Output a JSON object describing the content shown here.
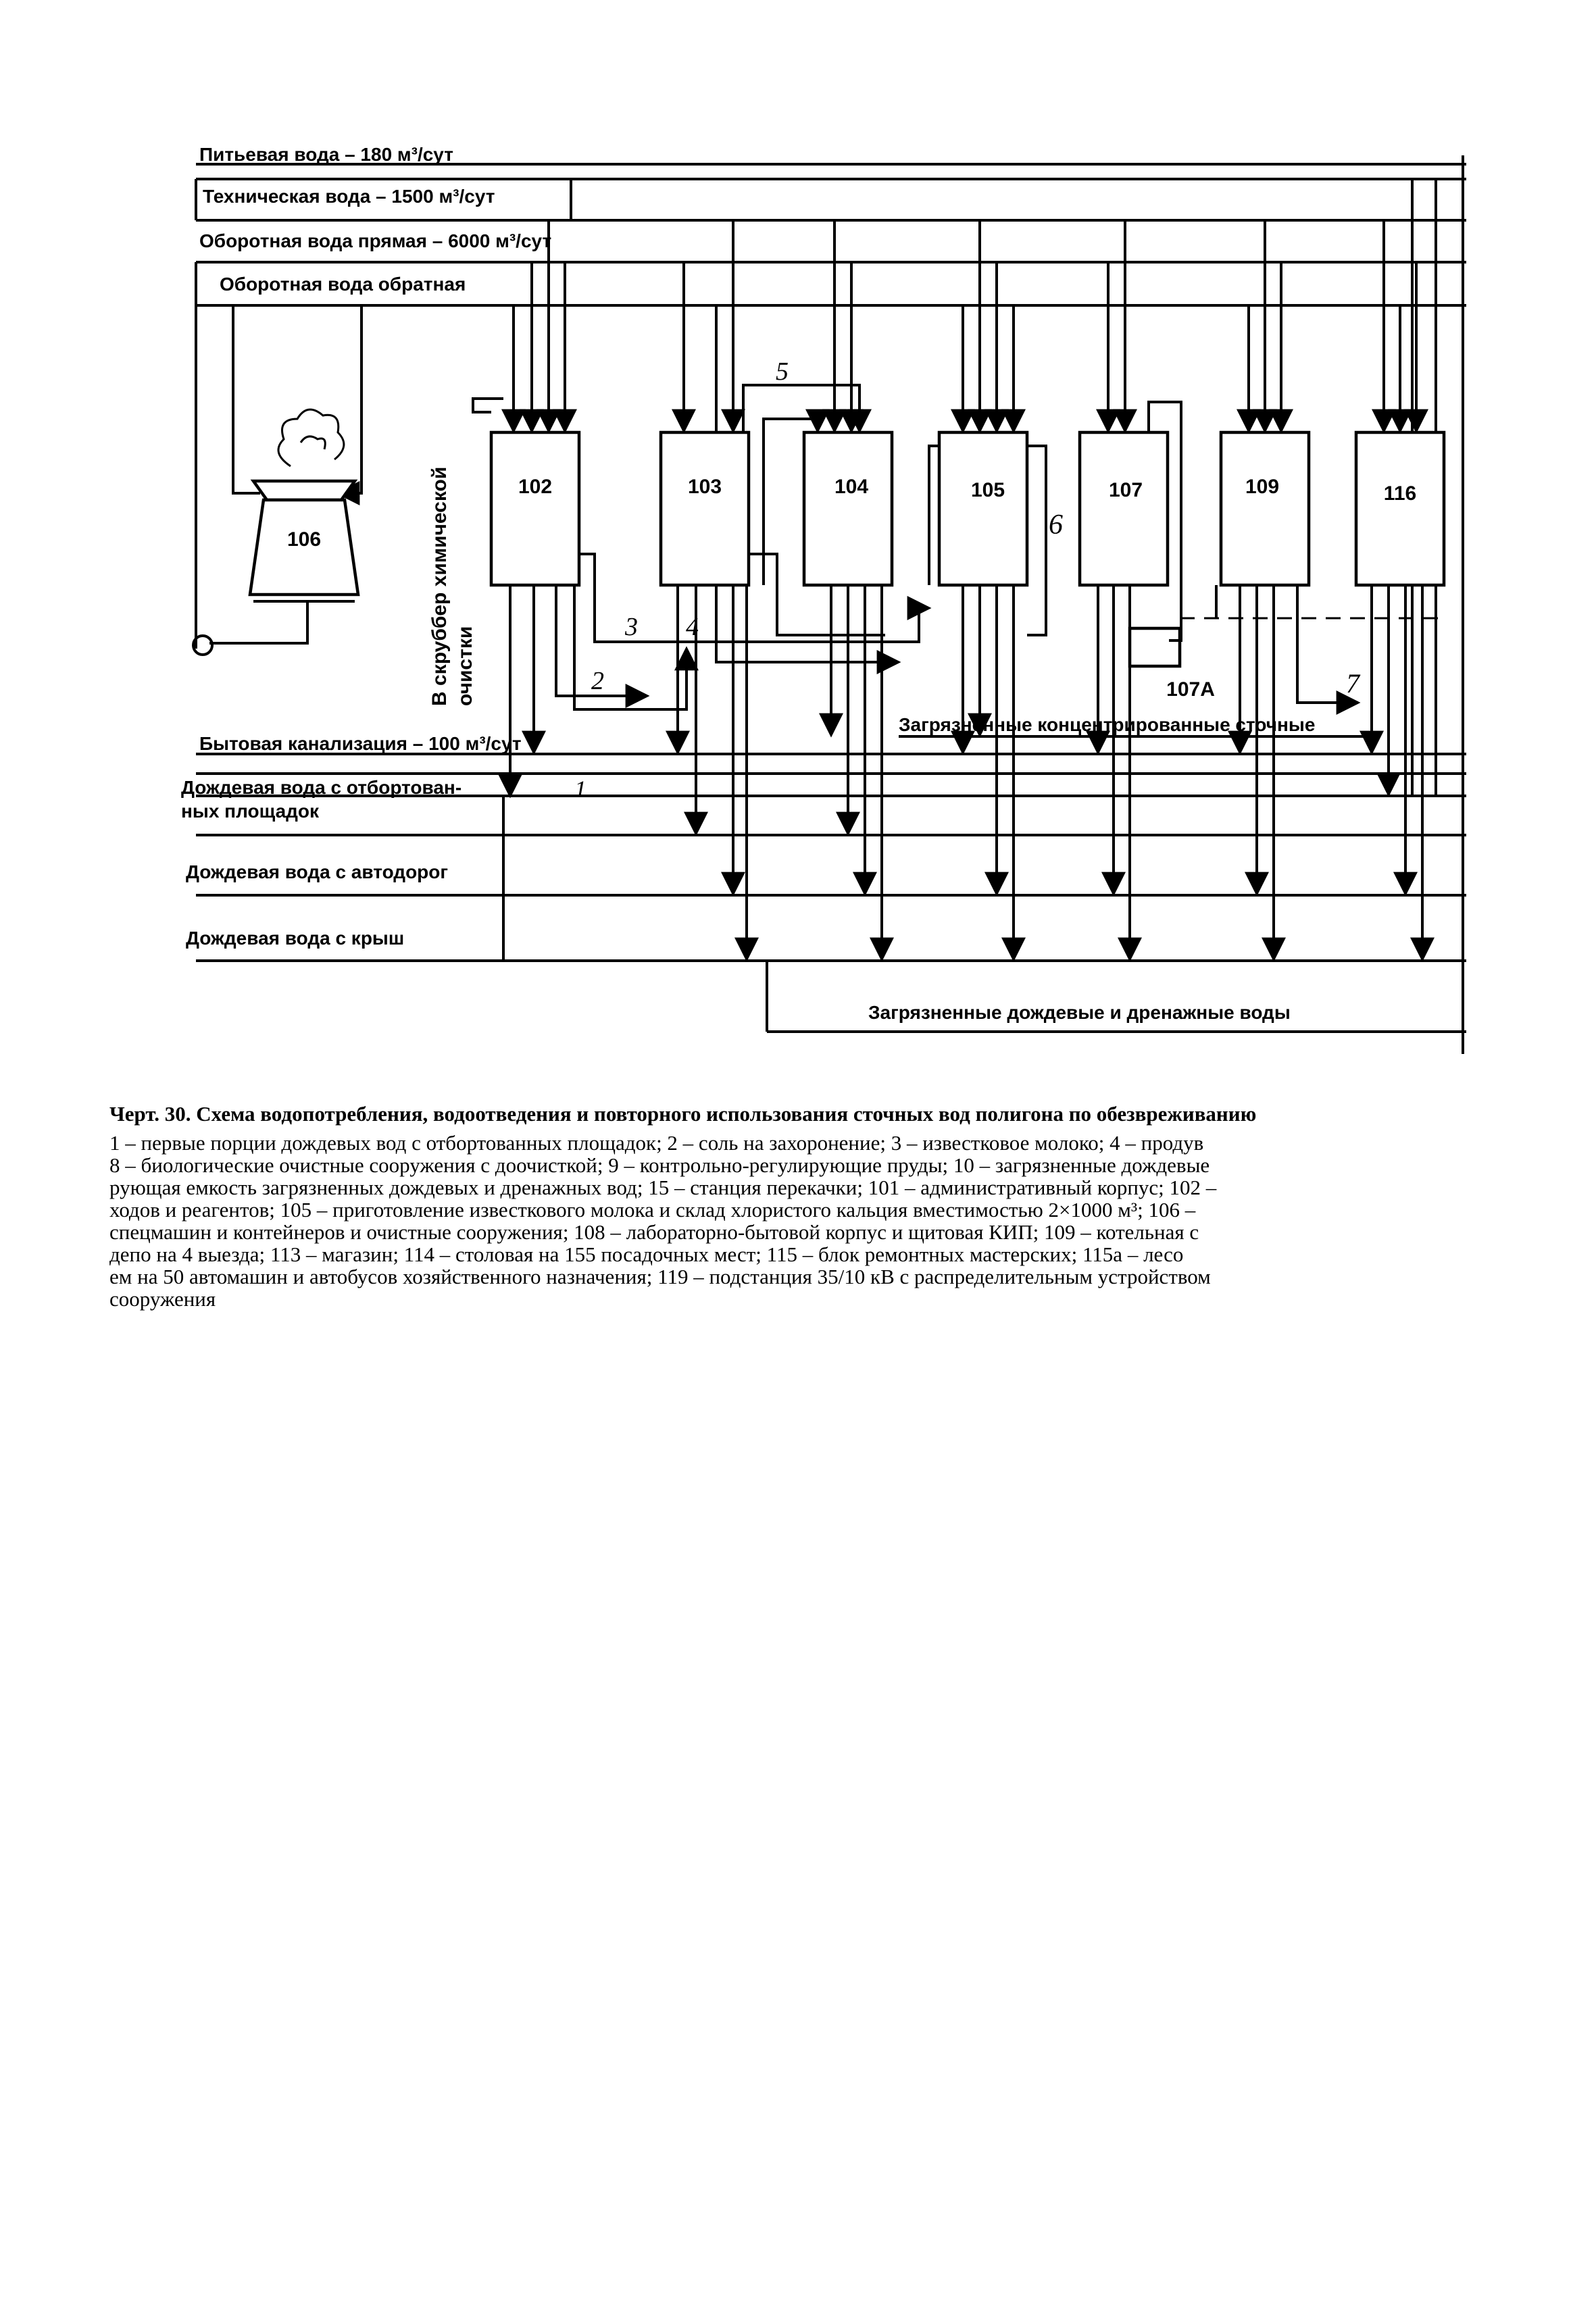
{
  "diagram": {
    "lines": {
      "potable": "Питьевая вода – 180 м³/сут",
      "technical": "Техническая вода – 1500 м³/сут",
      "recycled_direct": "Оборотная вода прямая – 6000 м³/сут",
      "recycled_return": "Оборотная вода обратная",
      "domestic_sewer": "Бытовая канализация – 100 м³/сут",
      "rain_curbed_1": "Дождевая вода с отбортован-",
      "rain_curbed_2": "ных площадок",
      "rain_roads": "Дождевая вода с автодорог",
      "rain_roofs": "Дождевая вода с крыш",
      "polluted_concentrated": "Загрязненные концентрированные сточные",
      "polluted_rain_drainage": "Загрязненные дождевые и дренажные воды"
    },
    "blocks": {
      "b102": "102",
      "b103": "103",
      "b104": "104",
      "b105": "105",
      "b107": "107",
      "b109": "109",
      "b116": "116",
      "b106": "106",
      "b107a": "107А"
    },
    "scrubber_1": "В скруббер химической",
    "scrubber_2": "очистки",
    "numbers": {
      "n1": "1",
      "n2": "2",
      "n3": "3",
      "n4": "4",
      "n5": "5",
      "n6": "6",
      "n7": "7"
    }
  },
  "caption": {
    "title": "Черт. 30. Схема водопотребления, водоотведения и повторного использования сточных вод полигона по обезвреживанию",
    "lines": [
      "1 – первые порции дождевых вод с отбортованных площадок; 2 – соль на захоронение; 3 – известковое молоко; 4 – продув",
      "8 – биологические очистные сооружения с доочисткой; 9 – контрольно-регулирующие пруды; 10 – загрязненные дождевые",
      "рующая емкость загрязненных дождевых и дренажных вод; 15 – станция перекачки; 101 – административный корпус; 102 –",
      "ходов и реагентов; 105 – приготовление известкового молока и склад хлористого кальция вместимостью 2×1000 м³; 106 –",
      "спецмашин и контейнеров и очистные сооружения; 108 – лабораторно-бытовой корпус и щитовая КИП; 109 – котельная с",
      "депо на 4 выезда; 113 – магазин; 114 – столовая на 155 посадочных мест; 115 – блок ремонтных мастерских; 115а – лесо",
      "ем на 50 автомашин и автобусов хозяйственного назначения; 119 – подстанция 35/10 кВ с распределительным устройством",
      "сооружения"
    ]
  }
}
